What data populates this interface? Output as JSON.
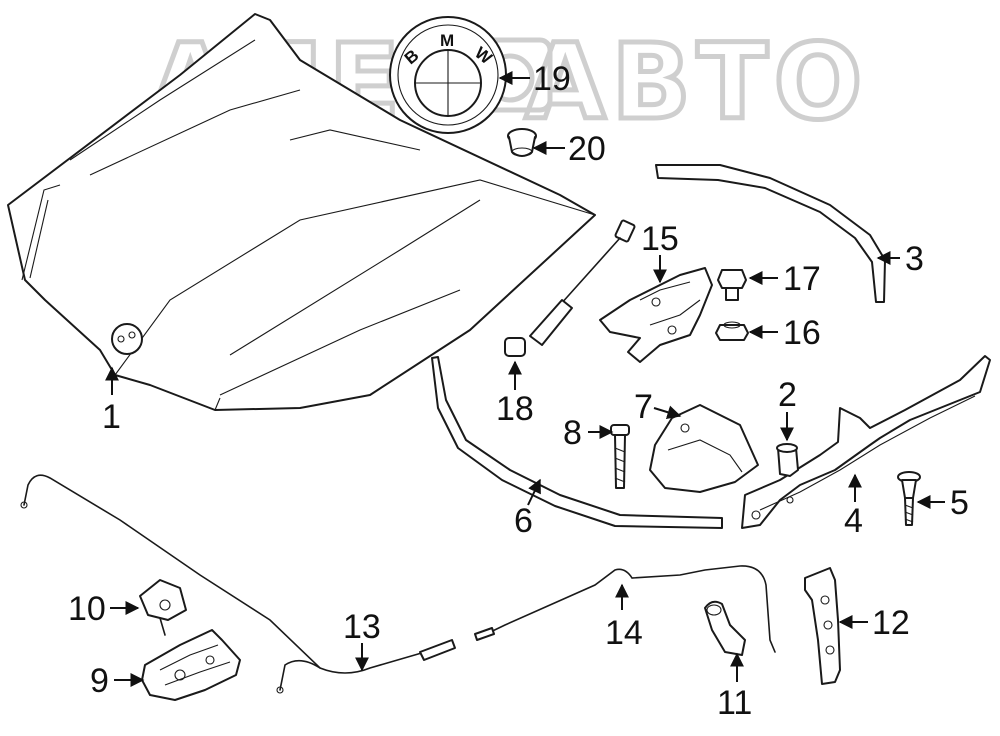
{
  "watermark": "АЛЕТ АВТО",
  "badge_letters": [
    "B",
    "M",
    "W"
  ],
  "callouts": [
    {
      "id": "1",
      "text": "1"
    },
    {
      "id": "2",
      "text": "2"
    },
    {
      "id": "3",
      "text": "3"
    },
    {
      "id": "4",
      "text": "4"
    },
    {
      "id": "5",
      "text": "5"
    },
    {
      "id": "6",
      "text": "6"
    },
    {
      "id": "7",
      "text": "7"
    },
    {
      "id": "8",
      "text": "8"
    },
    {
      "id": "9",
      "text": "9"
    },
    {
      "id": "10",
      "text": "10"
    },
    {
      "id": "11",
      "text": "11"
    },
    {
      "id": "12",
      "text": "12"
    },
    {
      "id": "13",
      "text": "13"
    },
    {
      "id": "14",
      "text": "14"
    },
    {
      "id": "15",
      "text": "15"
    },
    {
      "id": "16",
      "text": "16"
    },
    {
      "id": "17",
      "text": "17"
    },
    {
      "id": "18",
      "text": "18"
    },
    {
      "id": "19",
      "text": "19"
    },
    {
      "id": "20",
      "text": "20"
    }
  ]
}
